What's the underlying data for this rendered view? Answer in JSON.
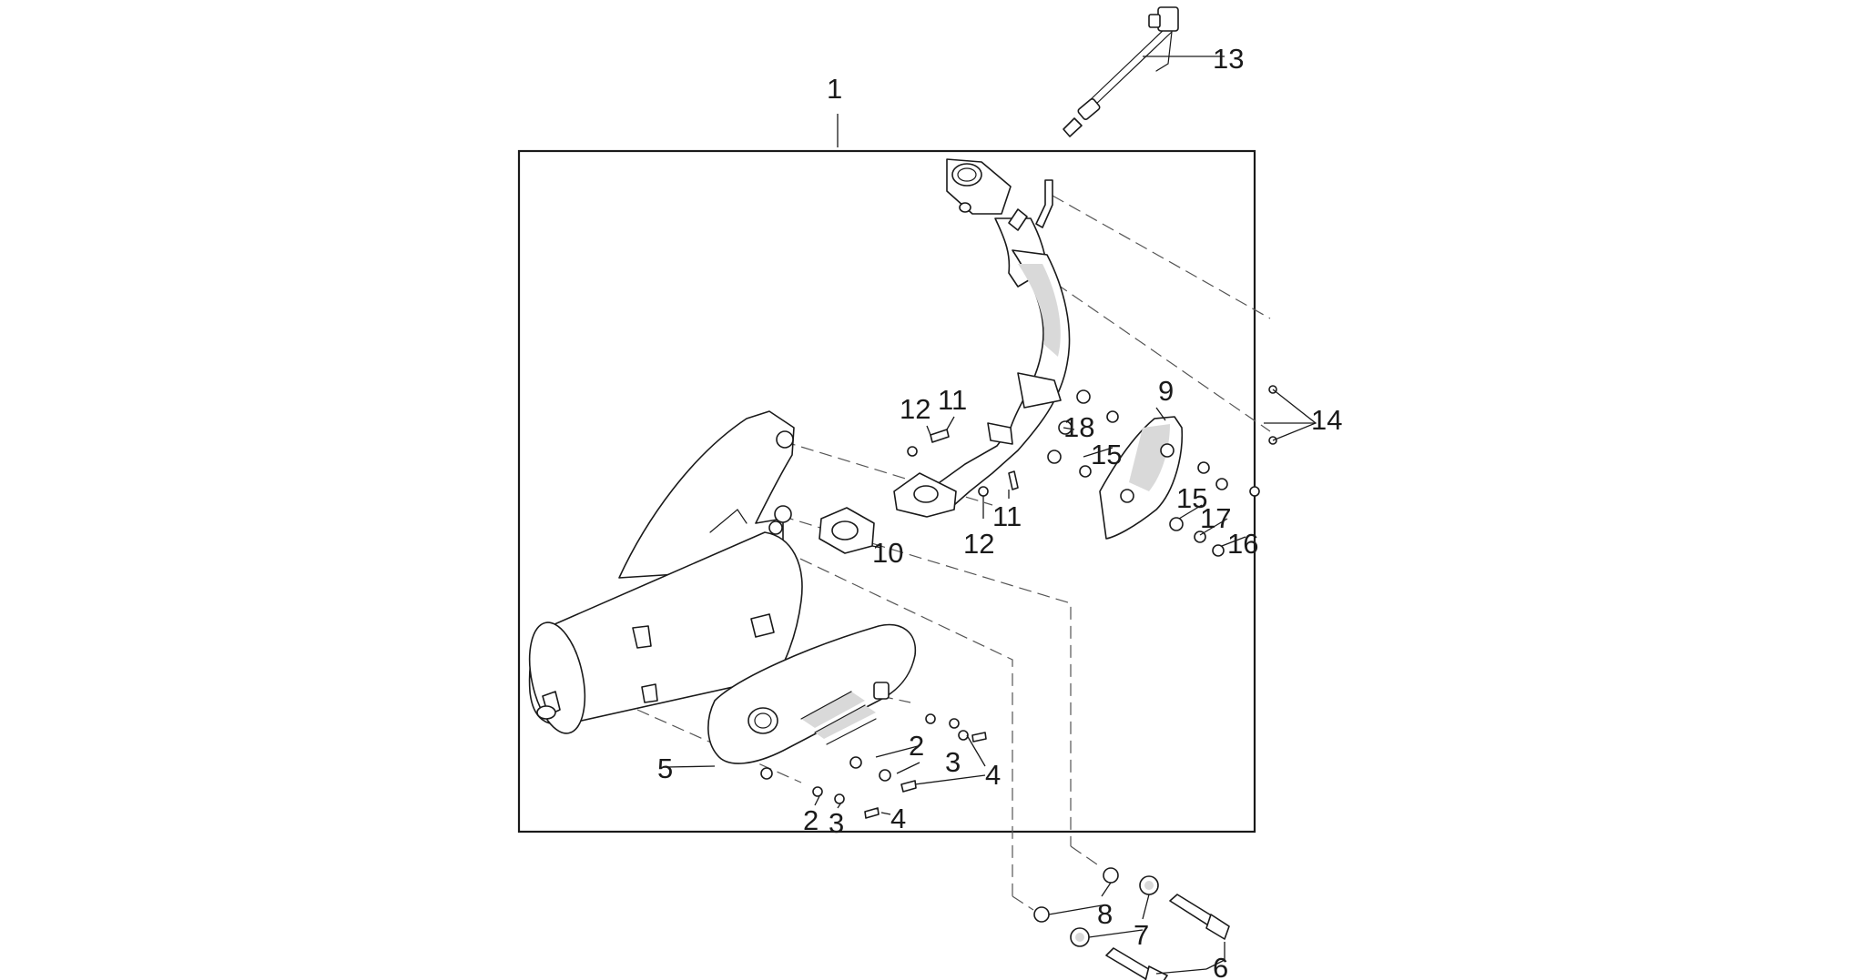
{
  "diagram": {
    "callouts": [
      "1",
      "2",
      "3",
      "4",
      "5",
      "6",
      "7",
      "8",
      "9",
      "10",
      "11",
      "12",
      "13",
      "14",
      "15",
      "16",
      "17",
      "18"
    ]
  },
  "colors": {
    "line": "#1a1a1a",
    "background": "#ffffff",
    "shade": "#d9d9d9"
  }
}
